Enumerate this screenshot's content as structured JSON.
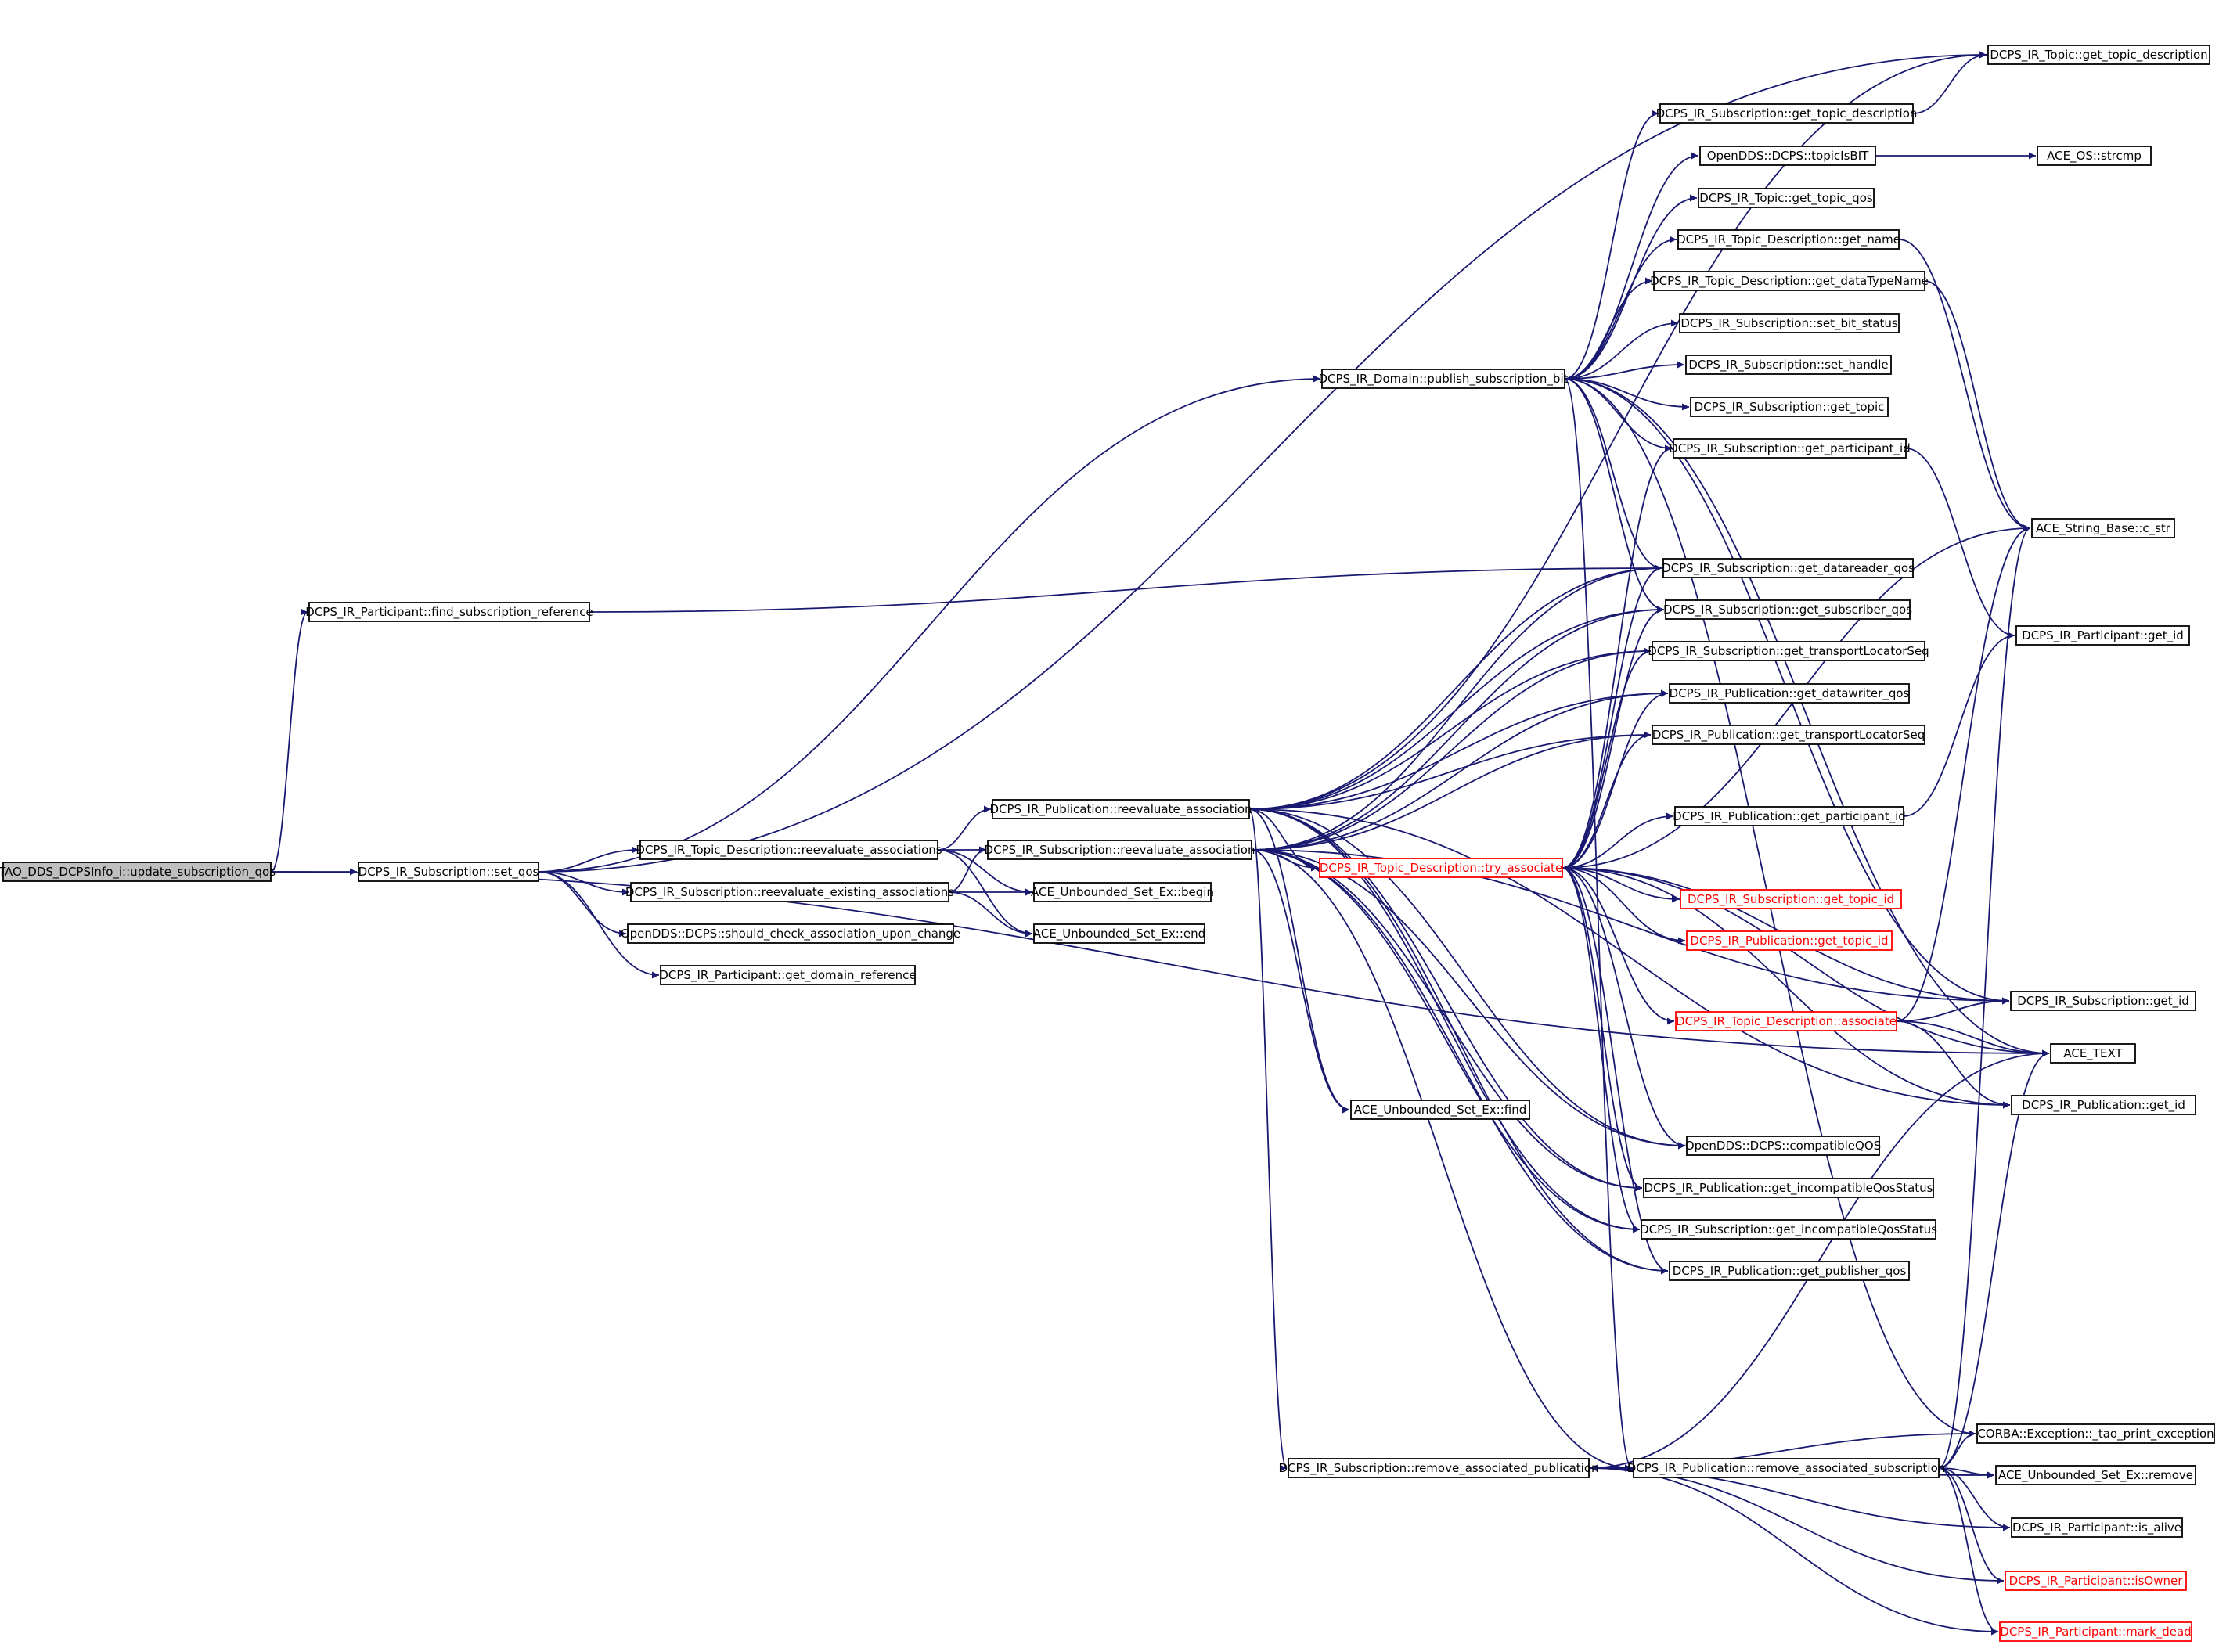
{
  "colors": {
    "edge": "#191970",
    "node_border": "#000000",
    "root_fill": "#bfbfbf",
    "incomplete": "#ff0000",
    "background": "#ffffff"
  },
  "nodes": [
    {
      "id": "root",
      "label": "TAO_DDS_DCPSInfo_i::update_subscription_qos",
      "root": true
    },
    {
      "id": "find_sub_ref",
      "label": "DCPS_IR_Participant::find_subscription_reference"
    },
    {
      "id": "set_qos",
      "label": "DCPS_IR_Subscription::set_qos"
    },
    {
      "id": "td_reeval_assocs",
      "label": "DCPS_IR_Topic_Description::reevaluate_associations"
    },
    {
      "id": "sub_reeval_existing",
      "label": "DCPS_IR_Subscription::reevaluate_existing_associations"
    },
    {
      "id": "should_check",
      "label": "OpenDDS::DCPS::should_check_association_upon_change"
    },
    {
      "id": "part_get_domain",
      "label": "DCPS_IR_Participant::get_domain_reference"
    },
    {
      "id": "pub_reeval",
      "label": "DCPS_IR_Publication::reevaluate_association"
    },
    {
      "id": "sub_reeval",
      "label": "DCPS_IR_Subscription::reevaluate_association"
    },
    {
      "id": "set_begin",
      "label": "ACE_Unbounded_Set_Ex::begin"
    },
    {
      "id": "set_end",
      "label": "ACE_Unbounded_Set_Ex::end"
    },
    {
      "id": "domain_publish",
      "label": "DCPS_IR_Domain::publish_subscription_bit"
    },
    {
      "id": "td_try_assoc",
      "label": "DCPS_IR_Topic_Description::try_associate",
      "incomplete": true
    },
    {
      "id": "set_find",
      "label": "ACE_Unbounded_Set_Ex::find"
    },
    {
      "id": "sub_remove_pub",
      "label": "DCPS_IR_Subscription::remove_associated_publication"
    },
    {
      "id": "pub_remove_sub",
      "label": "DCPS_IR_Publication::remove_associated_subscription"
    },
    {
      "id": "topic_get_desc",
      "label": "DCPS_IR_Topic::get_topic_description"
    },
    {
      "id": "sub_get_topic_desc",
      "label": "DCPS_IR_Subscription::get_topic_description"
    },
    {
      "id": "topic_is_bit",
      "label": "OpenDDS::DCPS::topicIsBIT"
    },
    {
      "id": "strcmp",
      "label": "ACE_OS::strcmp"
    },
    {
      "id": "topic_get_qos",
      "label": "DCPS_IR_Topic::get_topic_qos"
    },
    {
      "id": "td_get_name",
      "label": "DCPS_IR_Topic_Description::get_name"
    },
    {
      "id": "td_get_dtn",
      "label": "DCPS_IR_Topic_Description::get_dataTypeName"
    },
    {
      "id": "sub_set_bit",
      "label": "DCPS_IR_Subscription::set_bit_status"
    },
    {
      "id": "sub_set_handle",
      "label": "DCPS_IR_Subscription::set_handle"
    },
    {
      "id": "sub_get_topic",
      "label": "DCPS_IR_Subscription::get_topic"
    },
    {
      "id": "sub_get_part_id",
      "label": "DCPS_IR_Subscription::get_participant_id"
    },
    {
      "id": "sub_get_dr_qos",
      "label": "DCPS_IR_Subscription::get_datareader_qos"
    },
    {
      "id": "sub_get_sub_qos",
      "label": "DCPS_IR_Subscription::get_subscriber_qos"
    },
    {
      "id": "sub_get_tls",
      "label": "DCPS_IR_Subscription::get_transportLocatorSeq"
    },
    {
      "id": "pub_get_dw_qos",
      "label": "DCPS_IR_Publication::get_datawriter_qos"
    },
    {
      "id": "pub_get_tls",
      "label": "DCPS_IR_Publication::get_transportLocatorSeq"
    },
    {
      "id": "pub_get_part_id",
      "label": "DCPS_IR_Publication::get_participant_id"
    },
    {
      "id": "sub_get_topic_id",
      "label": "DCPS_IR_Subscription::get_topic_id",
      "incomplete": true
    },
    {
      "id": "pub_get_topic_id",
      "label": "DCPS_IR_Publication::get_topic_id",
      "incomplete": true
    },
    {
      "id": "td_associate",
      "label": "DCPS_IR_Topic_Description::associate",
      "incomplete": true
    },
    {
      "id": "compatible_qos",
      "label": "OpenDDS::DCPS::compatibleQOS"
    },
    {
      "id": "pub_get_incompat",
      "label": "DCPS_IR_Publication::get_incompatibleQosStatus"
    },
    {
      "id": "sub_get_incompat",
      "label": "DCPS_IR_Subscription::get_incompatibleQosStatus"
    },
    {
      "id": "pub_get_pub_qos",
      "label": "DCPS_IR_Publication::get_publisher_qos"
    },
    {
      "id": "string_c_str",
      "label": "ACE_String_Base::c_str"
    },
    {
      "id": "part_get_id",
      "label": "DCPS_IR_Participant::get_id"
    },
    {
      "id": "sub_get_id",
      "label": "DCPS_IR_Subscription::get_id"
    },
    {
      "id": "ace_text",
      "label": "ACE_TEXT"
    },
    {
      "id": "pub_get_id",
      "label": "DCPS_IR_Publication::get_id"
    },
    {
      "id": "corba_exc",
      "label": "CORBA::Exception::_tao_print_exception"
    },
    {
      "id": "set_remove",
      "label": "ACE_Unbounded_Set_Ex::remove"
    },
    {
      "id": "part_is_alive",
      "label": "DCPS_IR_Participant::is_alive"
    },
    {
      "id": "part_is_owner",
      "label": "DCPS_IR_Participant::isOwner",
      "incomplete": true
    },
    {
      "id": "part_mark_dead",
      "label": "DCPS_IR_Participant::mark_dead",
      "incomplete": true
    }
  ],
  "edges": [
    [
      "root",
      "find_sub_ref"
    ],
    [
      "root",
      "set_qos"
    ],
    [
      "root",
      "ace_text"
    ],
    [
      "find_sub_ref",
      "sub_get_dr_qos"
    ],
    [
      "set_qos",
      "topic_get_desc"
    ],
    [
      "set_qos",
      "domain_publish"
    ],
    [
      "set_qos",
      "td_reeval_assocs"
    ],
    [
      "set_qos",
      "sub_reeval_existing"
    ],
    [
      "set_qos",
      "should_check"
    ],
    [
      "set_qos",
      "part_get_domain"
    ],
    [
      "td_reeval_assocs",
      "pub_reeval"
    ],
    [
      "td_reeval_assocs",
      "sub_reeval"
    ],
    [
      "td_reeval_assocs",
      "set_begin"
    ],
    [
      "td_reeval_assocs",
      "set_end"
    ],
    [
      "sub_reeval_existing",
      "sub_reeval"
    ],
    [
      "sub_reeval_existing",
      "set_begin"
    ],
    [
      "sub_reeval_existing",
      "set_end"
    ],
    [
      "pub_reeval",
      "topic_get_desc"
    ],
    [
      "pub_reeval",
      "sub_get_dr_qos"
    ],
    [
      "pub_reeval",
      "sub_get_sub_qos"
    ],
    [
      "pub_reeval",
      "sub_get_tls"
    ],
    [
      "pub_reeval",
      "pub_get_dw_qos"
    ],
    [
      "pub_reeval",
      "pub_get_tls"
    ],
    [
      "pub_reeval",
      "td_try_assoc"
    ],
    [
      "pub_reeval",
      "set_find"
    ],
    [
      "pub_reeval",
      "sub_remove_pub"
    ],
    [
      "pub_reeval",
      "compatible_qos"
    ],
    [
      "pub_reeval",
      "pub_get_incompat"
    ],
    [
      "pub_reeval",
      "sub_get_incompat"
    ],
    [
      "pub_reeval",
      "pub_get_pub_qos"
    ],
    [
      "pub_reeval",
      "pub_get_id"
    ],
    [
      "sub_reeval",
      "sub_get_dr_qos"
    ],
    [
      "sub_reeval",
      "sub_get_sub_qos"
    ],
    [
      "sub_reeval",
      "sub_get_tls"
    ],
    [
      "sub_reeval",
      "pub_get_dw_qos"
    ],
    [
      "sub_reeval",
      "pub_get_tls"
    ],
    [
      "sub_reeval",
      "td_try_assoc"
    ],
    [
      "sub_reeval",
      "set_find"
    ],
    [
      "sub_reeval",
      "pub_remove_sub"
    ],
    [
      "sub_reeval",
      "compatible_qos"
    ],
    [
      "sub_reeval",
      "pub_get_incompat"
    ],
    [
      "sub_reeval",
      "sub_get_incompat"
    ],
    [
      "sub_reeval",
      "pub_get_pub_qos"
    ],
    [
      "sub_reeval",
      "sub_get_id"
    ],
    [
      "domain_publish",
      "sub_get_topic_desc"
    ],
    [
      "domain_publish",
      "topic_is_bit"
    ],
    [
      "domain_publish",
      "topic_get_qos"
    ],
    [
      "domain_publish",
      "td_get_name"
    ],
    [
      "domain_publish",
      "td_get_dtn"
    ],
    [
      "domain_publish",
      "sub_set_bit"
    ],
    [
      "domain_publish",
      "sub_set_handle"
    ],
    [
      "domain_publish",
      "sub_get_topic"
    ],
    [
      "domain_publish",
      "sub_get_part_id"
    ],
    [
      "domain_publish",
      "sub_get_dr_qos"
    ],
    [
      "domain_publish",
      "sub_get_sub_qos"
    ],
    [
      "domain_publish",
      "sub_get_id"
    ],
    [
      "domain_publish",
      "ace_text"
    ],
    [
      "domain_publish",
      "corba_exc"
    ],
    [
      "domain_publish",
      "pub_remove_sub"
    ],
    [
      "sub_get_topic_desc",
      "topic_get_desc"
    ],
    [
      "topic_is_bit",
      "strcmp"
    ],
    [
      "td_get_name",
      "string_c_str"
    ],
    [
      "td_get_dtn",
      "string_c_str"
    ],
    [
      "sub_get_part_id",
      "part_get_id"
    ],
    [
      "pub_get_part_id",
      "part_get_id"
    ],
    [
      "td_try_assoc",
      "sub_get_part_id"
    ],
    [
      "td_try_assoc",
      "sub_get_dr_qos"
    ],
    [
      "td_try_assoc",
      "sub_get_sub_qos"
    ],
    [
      "td_try_assoc",
      "sub_get_tls"
    ],
    [
      "td_try_assoc",
      "pub_get_dw_qos"
    ],
    [
      "td_try_assoc",
      "pub_get_tls"
    ],
    [
      "td_try_assoc",
      "pub_get_part_id"
    ],
    [
      "td_try_assoc",
      "sub_get_topic_id"
    ],
    [
      "td_try_assoc",
      "pub_get_topic_id"
    ],
    [
      "td_try_assoc",
      "td_associate"
    ],
    [
      "td_try_assoc",
      "compatible_qos"
    ],
    [
      "td_try_assoc",
      "pub_get_incompat"
    ],
    [
      "td_try_assoc",
      "sub_get_incompat"
    ],
    [
      "td_try_assoc",
      "pub_get_pub_qos"
    ],
    [
      "td_try_assoc",
      "sub_get_id"
    ],
    [
      "td_try_assoc",
      "ace_text"
    ],
    [
      "td_try_assoc",
      "pub_get_id"
    ],
    [
      "td_try_assoc",
      "string_c_str"
    ],
    [
      "td_associate",
      "sub_get_id"
    ],
    [
      "td_associate",
      "ace_text"
    ],
    [
      "td_associate",
      "pub_get_id"
    ],
    [
      "td_associate",
      "string_c_str"
    ],
    [
      "sub_remove_pub",
      "pub_remove_sub"
    ],
    [
      "sub_remove_pub",
      "corba_exc"
    ],
    [
      "sub_remove_pub",
      "set_remove"
    ],
    [
      "sub_remove_pub",
      "part_is_alive"
    ],
    [
      "sub_remove_pub",
      "part_is_owner"
    ],
    [
      "sub_remove_pub",
      "part_mark_dead"
    ],
    [
      "sub_remove_pub",
      "ace_text"
    ],
    [
      "pub_remove_sub",
      "sub_remove_pub"
    ],
    [
      "pub_remove_sub",
      "corba_exc"
    ],
    [
      "pub_remove_sub",
      "set_remove"
    ],
    [
      "pub_remove_sub",
      "part_is_alive"
    ],
    [
      "pub_remove_sub",
      "part_is_owner"
    ],
    [
      "pub_remove_sub",
      "part_mark_dead"
    ],
    [
      "pub_remove_sub",
      "ace_text"
    ],
    [
      "pub_remove_sub",
      "string_c_str"
    ]
  ]
}
